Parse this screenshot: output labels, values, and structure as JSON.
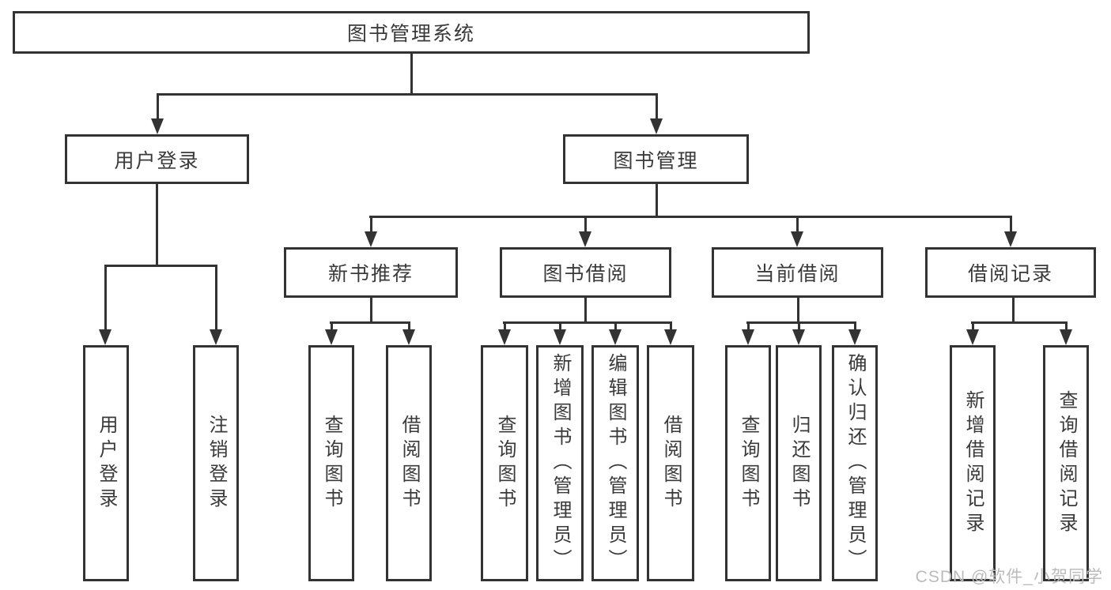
{
  "diagram": {
    "root": {
      "label": "图书管理系统"
    },
    "level2": [
      {
        "id": "user-login",
        "label": "用户登录"
      },
      {
        "id": "book-mgmt",
        "label": "图书管理"
      }
    ],
    "level3": [
      {
        "id": "new-book",
        "label": "新书推荐"
      },
      {
        "id": "book-borrow",
        "label": "图书借阅"
      },
      {
        "id": "current-borrow",
        "label": "当前借阅"
      },
      {
        "id": "borrow-record",
        "label": "借阅记录"
      }
    ],
    "leaves": {
      "user_login": [
        "用户登录",
        "注销登录"
      ],
      "new_book": [
        "查询图书",
        "借阅图书"
      ],
      "book_borrow": [
        "查询图书",
        "新增图书（管理员）",
        "编辑图书（管理员）",
        "借阅图书"
      ],
      "current_borrow": [
        "查询图书",
        "归还图书",
        "确认归还（管理员）"
      ],
      "borrow_record": [
        "新增借阅记录",
        "查询借阅记录"
      ]
    }
  },
  "watermark": {
    "text": "CSDN @软件_小贺同学",
    "color": "#bbbbbb"
  },
  "colors": {
    "line": "#333333",
    "text": "#3a3a3a",
    "background": "#ffffff"
  }
}
